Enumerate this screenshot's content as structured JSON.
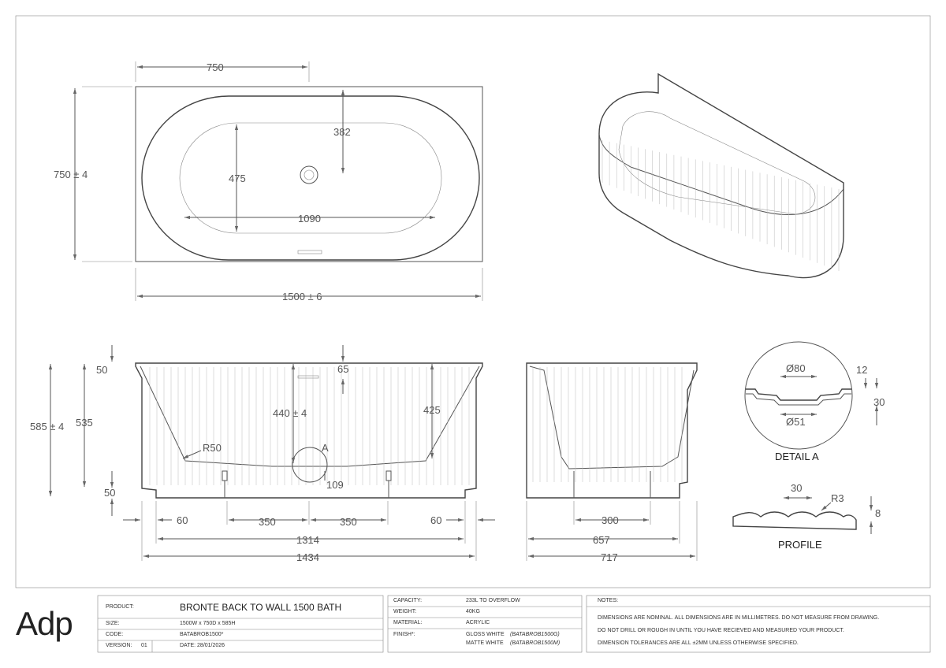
{
  "top_view": {
    "width_dim": "750",
    "depth_dim": "750 ± 4",
    "length_dim": "1500 ± 6",
    "waste_offset_dim": "382",
    "inner_width_dim": "475",
    "inner_length_dim": "1090"
  },
  "front_view": {
    "rim_top_dim": "50",
    "overflow_dim": "65",
    "total_height_dim": "585 ± 4",
    "body_height_dim": "535",
    "inner_depth_dim": "440 ± 4",
    "water_depth_dim": "425",
    "radius_dim": "R50",
    "detail_marker": "A",
    "waste_height_dim": "109",
    "base_dim": "50",
    "left_foot_dim": "60",
    "left_leg_dim": "350",
    "right_leg_dim": "350",
    "right_foot_dim": "60",
    "inner_base_dim": "1314",
    "outer_base_dim": "1434"
  },
  "side_view": {
    "leg_spacing_dim": "300",
    "inner_width_dim": "657",
    "outer_width_dim": "717"
  },
  "detail_a": {
    "outer_diameter_dim": "Ø80",
    "inner_diameter_dim": "Ø51",
    "top_dim": "12",
    "depth_dim": "30",
    "title": "DETAIL A"
  },
  "profile": {
    "pitch_dim": "30",
    "radius_dim": "R3",
    "height_dim": "8",
    "title": "PROFILE"
  },
  "title_block": {
    "logo": "Adp",
    "product_label": "PRODUCT:",
    "product_value": "BRONTE BACK TO WALL 1500 BATH",
    "size_label": "SIZE:",
    "size_value": "1500W x 750D x 585H",
    "code_label": "CODE:",
    "code_value": "BATABROB1500*",
    "version_label": "VERSION:",
    "version_value": "01",
    "date_value": "DATE: 28/01/2026",
    "capacity_label": "CAPACITY:",
    "capacity_value": "233L TO OVERFLOW",
    "weight_label": "WEIGHT:",
    "weight_value": "40KG",
    "material_label": "MATERIAL:",
    "material_value": "ACRYLIC",
    "finish_label": "FINISH*:",
    "finish_1": "GLOSS WHITE",
    "finish_1_code": "(BATABROB1500G)",
    "finish_2": "MATTE WHITE",
    "finish_2_code": "(BATABROB1500M)",
    "notes_label": "NOTES:",
    "note_1": "DIMENSIONS ARE NOMINAL. ALL DIMENSIONS ARE IN MILLIMETRES. DO NOT MEASURE FROM DRAWING.",
    "note_2": "DO NOT DRILL OR ROUGH IN UNTIL YOU HAVE RECIEVED AND MEASURED YOUR PRODUCT.",
    "note_3": "DIMENSION TOLERANCES ARE ALL ±2MM UNLESS OTHERWISE SPECIFIED."
  }
}
